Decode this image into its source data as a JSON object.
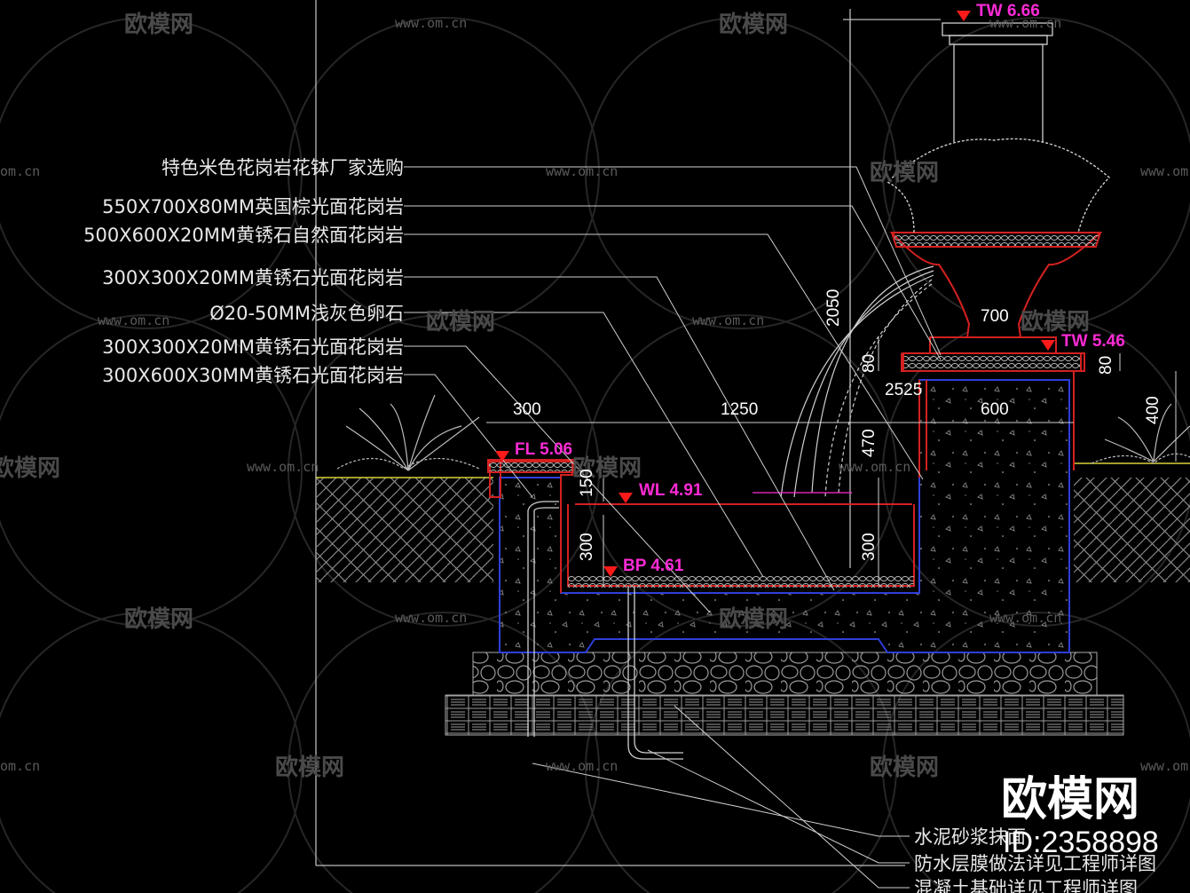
{
  "labels_left": [
    "特色米色花岗岩花钵厂家选购",
    "550X700X80MM英国棕光面花岗岩",
    "500X600X20MM黄锈石自然面花岗岩",
    "300X300X20MM黄锈石光面花岗岩",
    "Ø20-50MM浅灰色卵石",
    "300X300X20MM黄锈石光面花岗岩",
    "300X600X30MM黄锈石光面花岗岩"
  ],
  "labels_bottom_right": [
    "水泥砂浆抹面",
    "防水层膜做法详见工程师详图",
    "混凝土基础详见工程师详图"
  ],
  "elevations": {
    "tw_top": "TW 6.66",
    "tw_mid": "TW 5.46",
    "fl": "FL 5.06",
    "wl": "WL 4.91",
    "bp": "BP 4.61"
  },
  "dimensions": {
    "d300_top": "300",
    "d1250": "1250",
    "d2050": "2050",
    "d700": "700",
    "d80_a": "80",
    "d80_b": "80",
    "d2525": "2525",
    "d600": "600",
    "d400": "400",
    "d470": "470",
    "d150": "150",
    "d300_left": "300",
    "d300_right": "300"
  },
  "watermark": {
    "site": "www.om.cn",
    "site_short": "om.cn",
    "name": "欧模网"
  },
  "brand": {
    "name": "欧模网",
    "id": "ID:2358898"
  },
  "colors": {
    "background": "#000000",
    "outline_red": "#d42020",
    "outline_blue": "#2e3fd8",
    "elevation_magenta": "#ff2bd6",
    "marker_red": "#ff1a1a",
    "ground_yellow": "#d8d23a"
  }
}
